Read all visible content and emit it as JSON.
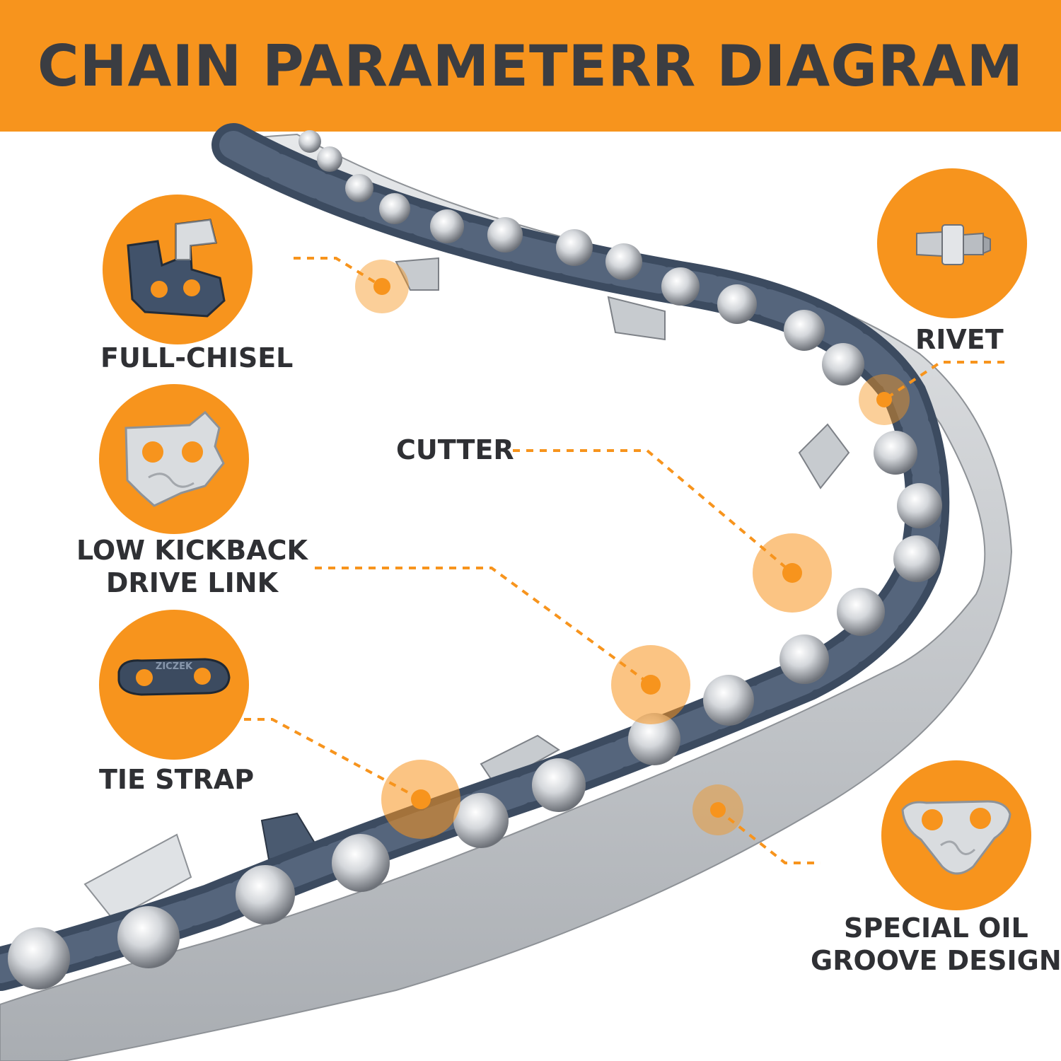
{
  "title": "CHAIN PARAMETERR DIAGRAM",
  "colors": {
    "accent": "#f7941d",
    "text": "#3b3d42",
    "link_blue": "#3c4b60",
    "steel": "#c9ccd0"
  },
  "parts": {
    "full_chisel": {
      "label": "FULL-CHISEL",
      "icon": "full-chisel-cutter-icon"
    },
    "low_kickback": {
      "line1": "LOW KICKBACK",
      "line2": "DRIVE LINK",
      "icon": "drive-link-icon"
    },
    "tie_strap": {
      "label": "TIE STRAP",
      "icon": "tie-strap-icon",
      "stamp": "ZICZEK"
    },
    "rivet": {
      "label": "RIVET",
      "icon": "rivet-icon"
    },
    "cutter": {
      "label": "CUTTER"
    },
    "oil_groove": {
      "line1": "SPECIAL OIL",
      "line2": "GROOVE DESIGN",
      "icon": "oil-groove-link-icon"
    }
  }
}
